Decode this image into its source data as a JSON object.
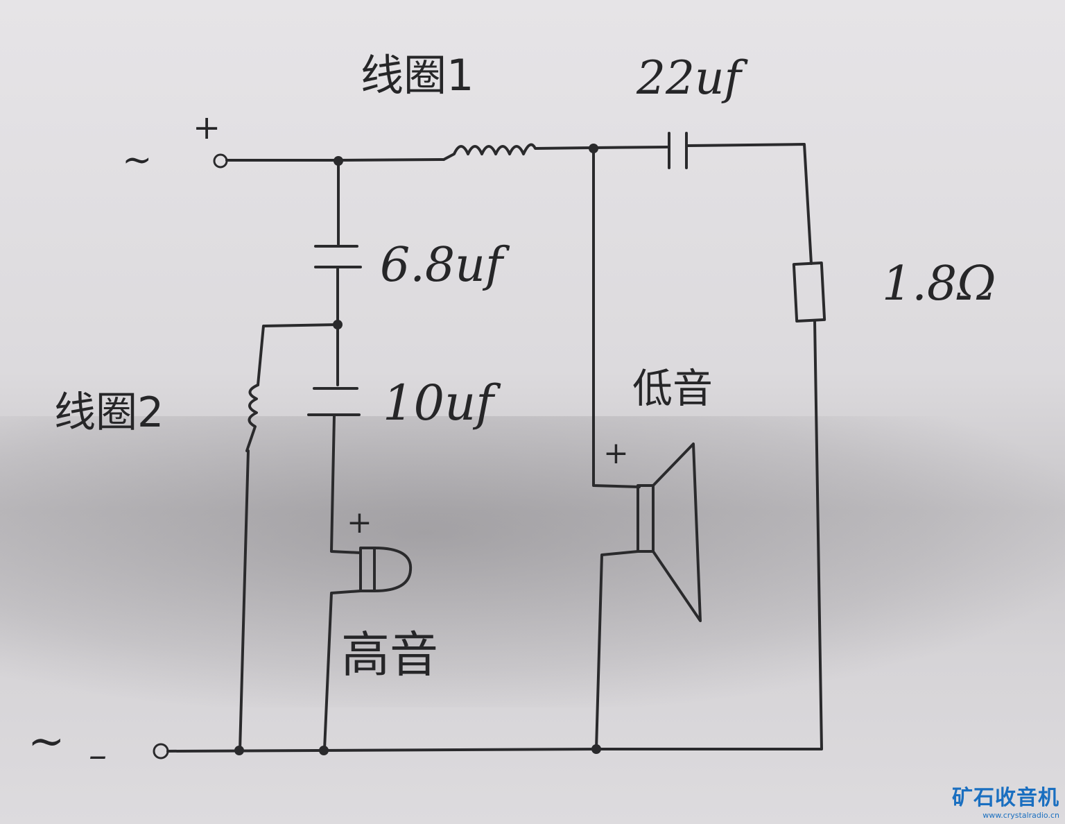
{
  "labels": {
    "coil1": "线圈1",
    "coil2": "线圈2",
    "cap_series": "22uf",
    "cap_high_1": "6.8uf",
    "cap_high_2": "10uf",
    "resistor": "1.8Ω",
    "woofer": "低音",
    "tweeter": "高音",
    "input_plus_tilde": "~",
    "input_plus_sign": "+",
    "input_minus_tilde": "~",
    "input_minus_sign": "–",
    "tweeter_plus": "+",
    "woofer_plus": "+"
  },
  "watermark": {
    "name": "矿石收音机",
    "url": "www.crystalradio.cn"
  }
}
